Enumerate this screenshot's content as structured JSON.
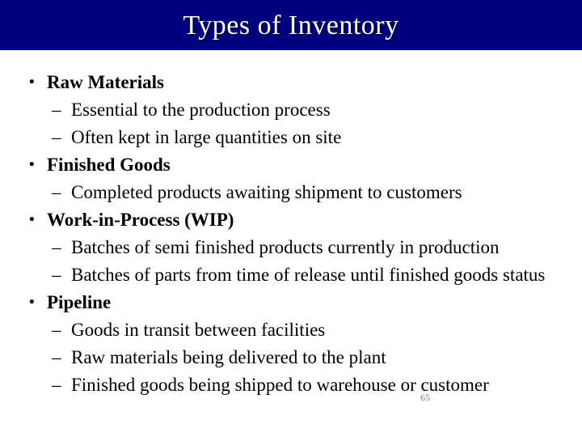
{
  "slide": {
    "title": "Types of Inventory",
    "page_number": "65",
    "bullet_glyphs": {
      "level1": "•",
      "level2": "–"
    },
    "colors": {
      "title_bar": "#000080",
      "title_text": "#ffffff",
      "body_text": "#000000",
      "background": "#ffffff",
      "page_number": "#808080"
    },
    "bullets": [
      {
        "label": "Raw Materials",
        "subitems": [
          "Essential to the production process",
          "Often kept in large quantities on site"
        ]
      },
      {
        "label": "Finished Goods",
        "subitems": [
          "Completed products awaiting shipment to customers"
        ]
      },
      {
        "label": "Work-in-Process (WIP)",
        "subitems": [
          "Batches of semi finished products currently in production",
          "Batches of parts from time of release until finished goods status"
        ]
      },
      {
        "label": "Pipeline",
        "subitems": [
          "Goods in transit between facilities",
          "Raw materials being delivered to the plant",
          "Finished goods being shipped to warehouse or customer"
        ]
      }
    ]
  }
}
